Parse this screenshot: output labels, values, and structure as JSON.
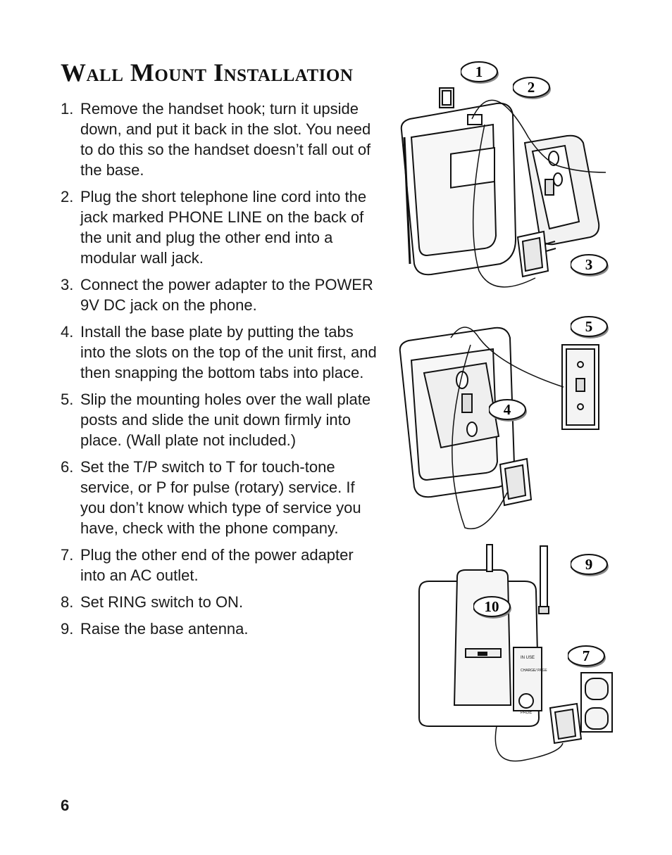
{
  "title": "Wall Mount Installation",
  "steps": [
    {
      "num": "1.",
      "text": "Remove the handset hook; turn it upside down, and put it back in the slot. You need to do this so the handset doesn’t fall out of the base."
    },
    {
      "num": "2.",
      "text": "Plug the short telephone line cord into the jack marked PHONE LINE on the back of the unit and plug the other end into a modular wall jack."
    },
    {
      "num": "3.",
      "text": "Connect the power adapter to the POWER 9V DC jack on the phone."
    },
    {
      "num": "4.",
      "text": "Install the base plate by putting the tabs into the slots on the top of the unit first, and then snapping the bottom tabs into place."
    },
    {
      "num": "5.",
      "text": "Slip the mounting holes over the wall plate posts and slide the unit down firmly into place. (Wall plate not included.)"
    },
    {
      "num": "6.",
      "text": "Set the T/P switch to T for touch-tone service, or P for pulse (rotary) service. If you don’t know which type of service you have, check with the phone company."
    },
    {
      "num": "7.",
      "text": "Plug the other end of the power adapter into an AC outlet."
    },
    {
      "num": "8.",
      "text": "Set RING switch to ON."
    },
    {
      "num": "9.",
      "text": "Raise the base antenna."
    }
  ],
  "callouts": {
    "c1": "1",
    "c2": "2",
    "c3": "3",
    "c4": "4",
    "c5": "5",
    "c7": "7",
    "c9": "9",
    "c10": "10"
  },
  "base_labels": {
    "in_use": "IN USE",
    "charge": "CHARGE/ PAGE",
    "page": "PAGE"
  },
  "page_number": "6"
}
